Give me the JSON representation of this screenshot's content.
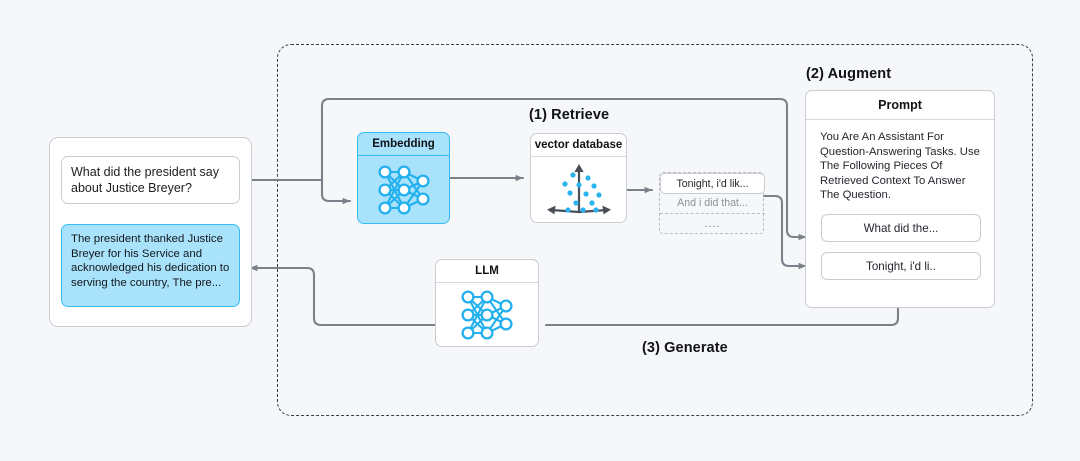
{
  "meta": {
    "diagram_title": "Retrieval-Augmented Generation (RAG) flow",
    "background_color": "#f6f7f9",
    "accent_blue": "#35bdf3",
    "accent_blue_fill": "#a9e2fb",
    "wire_color": "#7b8089",
    "border_color": "#c9ccd2"
  },
  "steps": {
    "retrieve": "(1) Retrieve",
    "augment": "(2) Augment",
    "generate": "(3) Generate"
  },
  "user_panel": {
    "question": "What did the president say about Justice Breyer?",
    "answer": "The president thanked Justice Breyer for his Service and acknowledged his dedication to serving the country, The pre..."
  },
  "nodes": {
    "embedding": {
      "title": "Embedding",
      "icon": "neural-network-icon"
    },
    "vector_database": {
      "title": "vector database",
      "icon": "vector-scatter-axes-icon"
    },
    "llm": {
      "title": "LLM",
      "icon": "neural-network-icon"
    }
  },
  "retrieved_chunks": {
    "rows": [
      "Tonight, i'd lik...",
      "And i did that...",
      "...."
    ]
  },
  "prompt_panel": {
    "title": "Prompt",
    "instruction": "You Are An Assistant For Question-Answering Tasks. Use The Following Pieces Of Retrieved Context To Answer The Question.",
    "chips": [
      "What did the...",
      "Tonight, i'd li.."
    ]
  }
}
